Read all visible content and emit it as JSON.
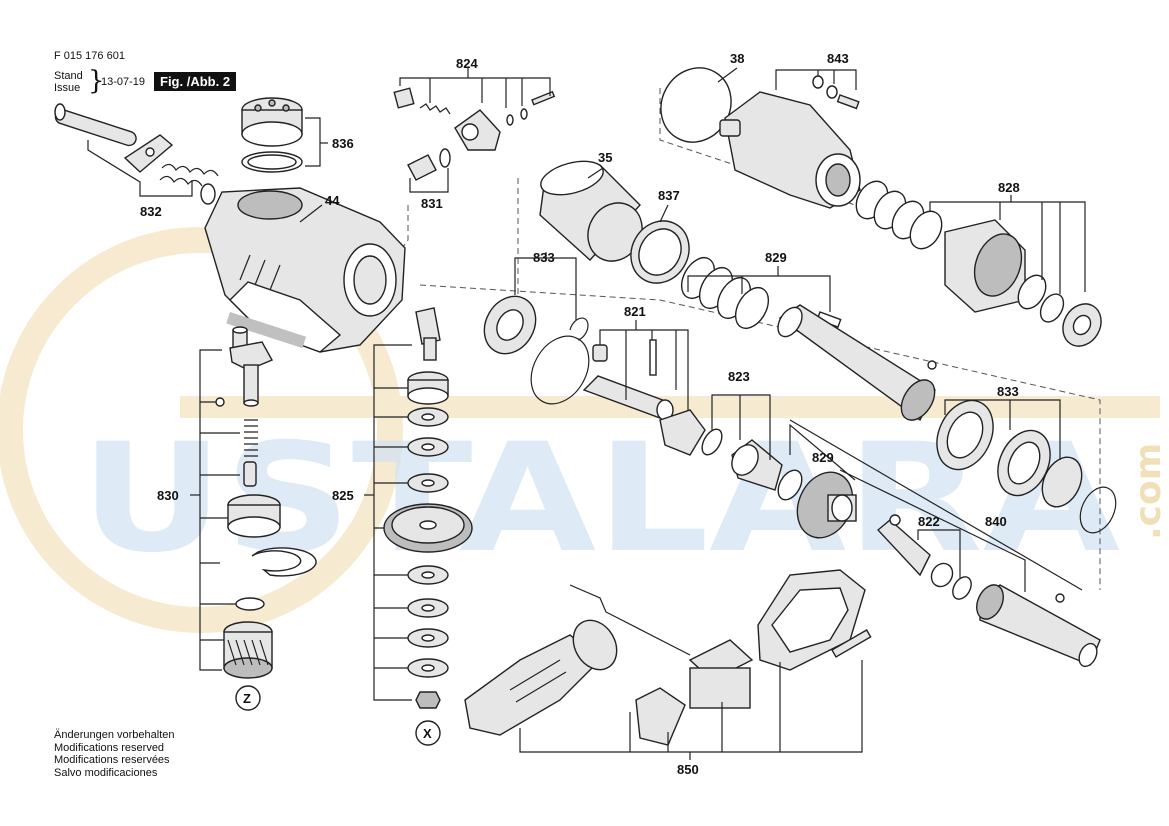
{
  "header": {
    "doc_number": "F 015 176 601",
    "stand_label": "Stand",
    "issue_label": "Issue",
    "date": "13-07-19",
    "figure_label": "Fig. /Abb. 2"
  },
  "watermark": {
    "text": "USTALARA",
    "domain": ".com"
  },
  "callouts": {
    "c824": "824",
    "c836": "836",
    "c832": "832",
    "c831": "831",
    "c44": "44",
    "c38": "38",
    "c843": "843",
    "c35": "35",
    "c837": "837",
    "c828": "828",
    "c833a": "833",
    "c829a": "829",
    "c821": "821",
    "c823": "823",
    "c833b": "833",
    "c830": "830",
    "c825": "825",
    "c829b": "829",
    "c822": "822",
    "c840": "840",
    "c850": "850"
  },
  "markers": {
    "z": "Z",
    "x": "X"
  },
  "footer": {
    "lines": [
      "Änderungen vorbehalten",
      "Modifications reserved",
      "Modifications reservées",
      "Salvo modificaciones"
    ]
  }
}
